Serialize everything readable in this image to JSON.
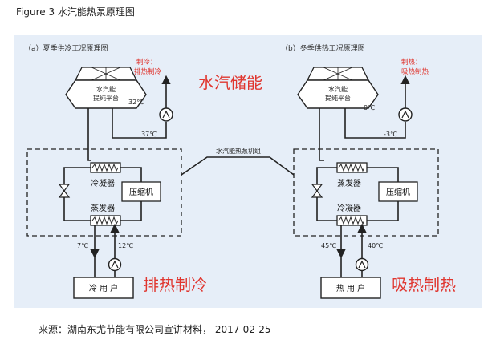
{
  "figure": {
    "caption": "Figure 3  水汽能热泵原理图",
    "source": "来源：湖南东尤节能有限公司宣讲材料，  2017-02-25"
  },
  "center_label": "水汽能热泵机组",
  "left": {
    "title": "（a）夏季供冷工况原理图",
    "top_box_line1": "水汽能",
    "top_box_line2": "提纯平台",
    "mode_small_line1": "制冷：",
    "mode_small_line2": "排热制冷",
    "big_label_top": "水汽储能",
    "temp_top_out": "32℃",
    "temp_top_in": "37℃",
    "exchanger_top": "冷凝器",
    "compressor": "压缩机",
    "exchanger_bottom": "蒸发器",
    "temp_bottom_left": "7℃",
    "temp_bottom_right": "12℃",
    "user_box": "冷 用 户",
    "big_label_bottom": "排热制冷"
  },
  "right": {
    "title": "（b）冬季供热工况原理图",
    "top_box_line1": "水汽能",
    "top_box_line2": "提纯平台",
    "mode_small_line1": "制热：",
    "mode_small_line2": "吸热制热",
    "temp_top_out": "0℃",
    "temp_top_in": "-3℃",
    "exchanger_top": "蒸发器",
    "compressor": "压缩机",
    "exchanger_bottom": "冷凝器",
    "temp_bottom_left": "45℃",
    "temp_bottom_right": "40℃",
    "user_box": "热 用 户",
    "big_label_bottom": "吸热制热"
  },
  "colors": {
    "panel_bg": "#e6eef8",
    "accent_red": "#e0362f",
    "line": "#222222"
  }
}
